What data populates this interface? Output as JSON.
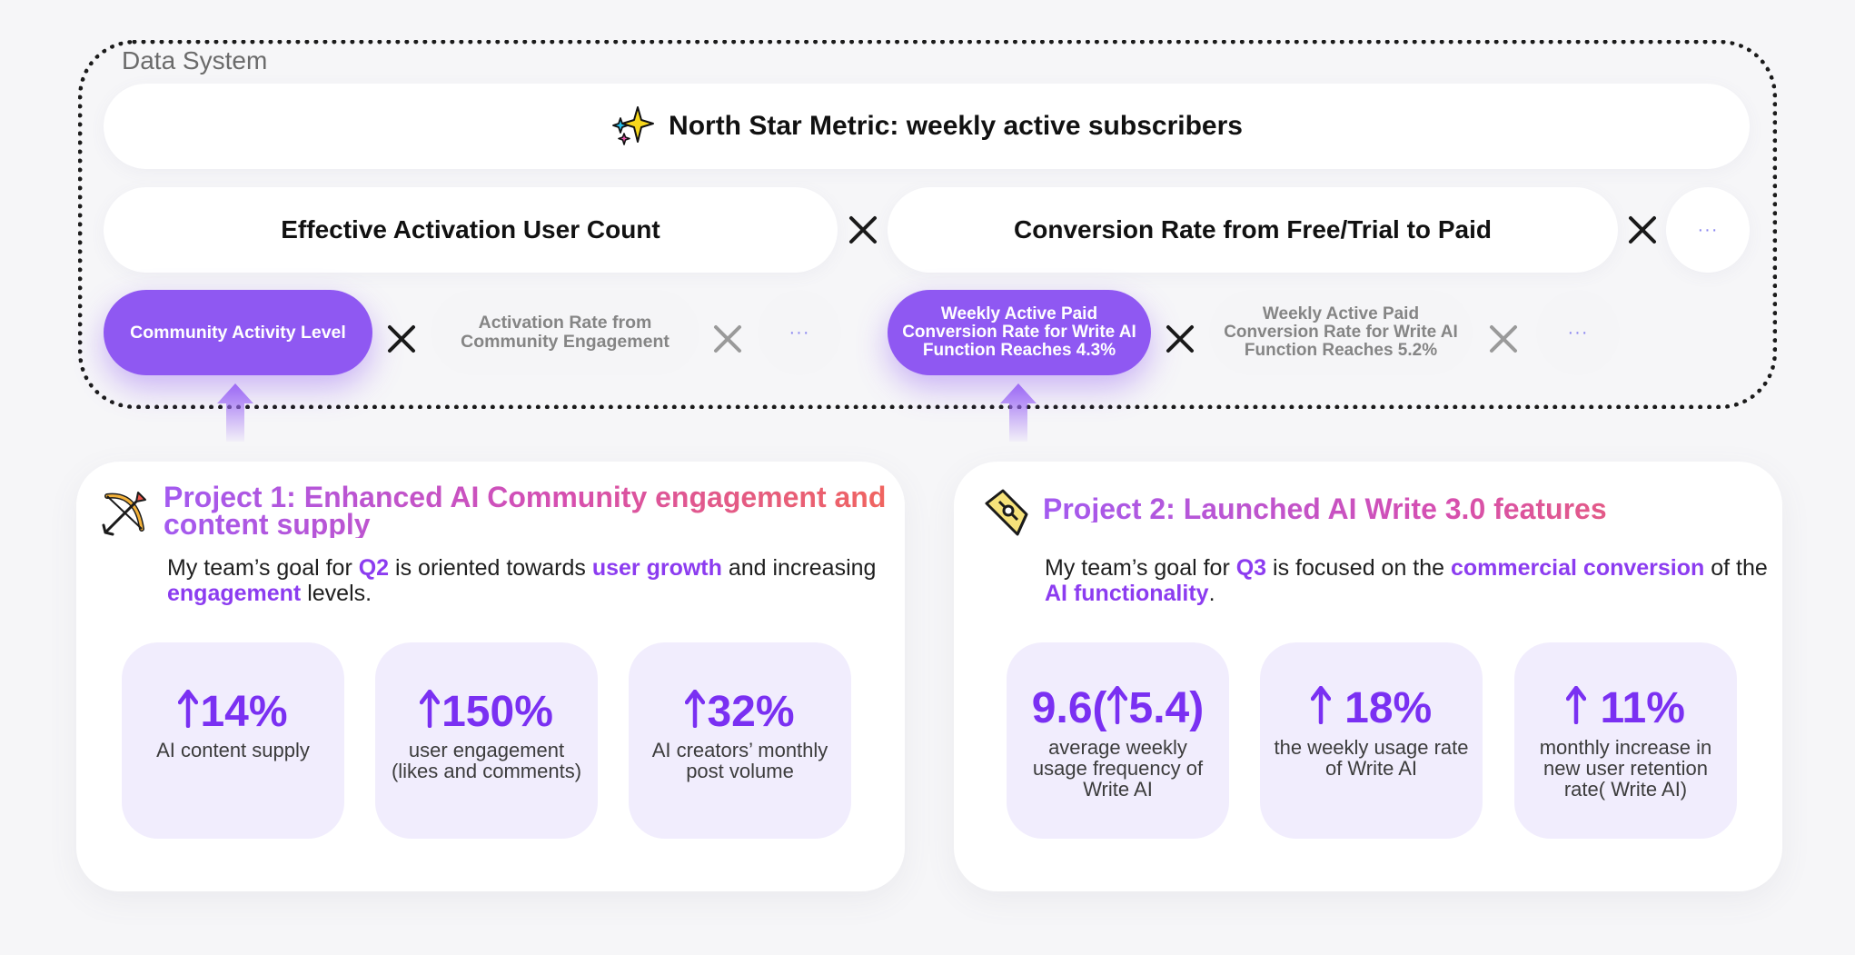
{
  "data_system": {
    "label": "Data System",
    "north_star": "North Star Metric: weekly active subscribers",
    "level2": {
      "left": "Effective Activation User Count",
      "right": "Conversion Rate from Free/Trial to Paid",
      "more": "···"
    },
    "level3": {
      "a": "Community Activity Level",
      "b": "Activation Rate from Community Engagement",
      "c": "···",
      "d": "Weekly Active Paid Conversion Rate for Write AI Function Reaches 4.3%",
      "e": "Weekly Active Paid Conversion Rate for Write AI Function Reaches 5.2%",
      "f": "···"
    }
  },
  "project1": {
    "title": "Project 1: Enhanced AI Community engagement and content supply",
    "goal": {
      "p1": "My team’s goal for ",
      "h1": "Q2",
      "p2": " is oriented towards ",
      "h2": "user growth",
      "p3": " and increasing ",
      "h3": "engagement",
      "p4": " levels."
    },
    "stats": [
      {
        "value": "14%",
        "desc": "AI content supply"
      },
      {
        "value": "150%",
        "desc": "user engagement (likes and comments)"
      },
      {
        "value": "32%",
        "desc": "AI creators’ monthly post volume"
      }
    ]
  },
  "project2": {
    "title": "Project 2: Launched AI Write 3.0 features",
    "goal": {
      "p1": "My team’s goal for ",
      "h1": "Q3",
      "p2": " is focused on the ",
      "h2": "commercial conversion",
      "p3": " of the ",
      "h3": "AI functionality",
      "p4": "."
    },
    "stats": [
      {
        "prefix": "9.6(",
        "value": "5.4)",
        "desc": "average weekly usage frequency of Write AI"
      },
      {
        "value": " 18%",
        "desc": "the weekly usage rate of Write AI"
      },
      {
        "value": " 11%",
        "desc": "monthly increase in new user retention rate( Write AI)"
      }
    ]
  },
  "colors": {
    "accent": "#8f58f2",
    "highlight": "#8c3cf0",
    "stat_value": "#7a30f2",
    "stat_bg": "#f1edfd",
    "title_gradient": [
      "#a35af0",
      "#d64fb0",
      "#f0655e"
    ]
  },
  "icons": [
    "sparkle-icon",
    "multiply-icon",
    "up-arrow-icon",
    "bow-arrow-icon",
    "pen-tool-icon"
  ]
}
